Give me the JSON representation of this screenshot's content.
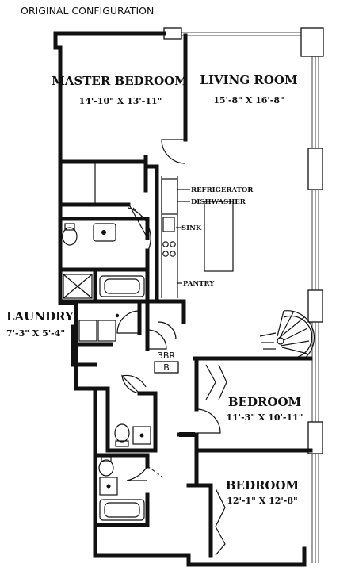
{
  "header": {
    "title": "ORIGINAL CONFIGURATION"
  },
  "rooms": {
    "master_bedroom": {
      "name": "MASTER BEDROOM",
      "dims": "14'-10\" X 13'-11\""
    },
    "living_room": {
      "name": "LIVING ROOM",
      "dims": "15'-8\" X 16'-8\""
    },
    "laundry": {
      "name": "LAUNDRY",
      "dims": "7'-3\" X 5'-4\""
    },
    "bedroom_2": {
      "name": "BEDROOM",
      "dims": "11'-3\" X 10'-11\""
    },
    "bedroom_3": {
      "name": "BEDROOM",
      "dims": "12'-1\" X 12'-8\""
    }
  },
  "fixtures": {
    "refrigerator": "REFRIGERATOR",
    "dishwasher": "DISHWASHER",
    "sink": "SINK",
    "pantry": "PANTRY"
  },
  "unit": {
    "type": "3BR",
    "letter": "B"
  }
}
